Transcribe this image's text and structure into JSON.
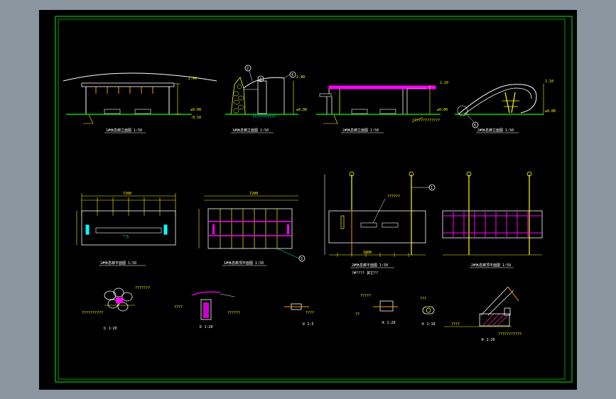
{
  "colors": {
    "background": "#000000",
    "frame": "#00c800",
    "outline": "#ffffff",
    "dimension": "#ffff00",
    "structure": "#ff9900",
    "highlight": "#ff00ff",
    "leader": "#00ffff",
    "ground": "#00ff00",
    "hatch": "#ff3399"
  },
  "views": {
    "elev1": "1#休息廊立面图 1:50",
    "elev2": "1#休息廊立面图 1:50",
    "elev3": "2#休息廊立面图 1:50",
    "elev4": "2#休息廊立面图 1:50",
    "plan1": "1#休息廊平面图 1:50",
    "plan2": "1#休息廊顶平面图 1:50",
    "plan3": "2#休息廊平面图 1:50",
    "plan3_note": "?#???? 其它??",
    "plan4": "2#休息廊顶平面图 1:50"
  },
  "details": [
    {
      "label": "① 1:20"
    },
    {
      "label": "② 1:20"
    },
    {
      "label": "③ 1:5"
    },
    {
      "label": "④ 1:20"
    },
    {
      "label": "⑤ 1:10"
    },
    {
      "label": "⑥ 1:20"
    }
  ],
  "marks": {
    "level_0": "±0.00",
    "level_low": "-0.10",
    "level_top": "2.40",
    "level_top2": "2.10",
    "elev2_note": "???????????",
    "elev3_note": "?????????????",
    "callout_1": "1",
    "callout_2": "2",
    "callout_3": "3",
    "callout_4": "4",
    "callout_5": "5",
    "callout_6": "6",
    "plan_dim_total": "7200",
    "plan_dim": "1800",
    "plan_note": "??????",
    "detail_notes": [
      "???????",
      "??????????",
      "????",
      "??????",
      "????",
      "?????",
      "??",
      "???",
      "????",
      "???????????"
    ]
  }
}
